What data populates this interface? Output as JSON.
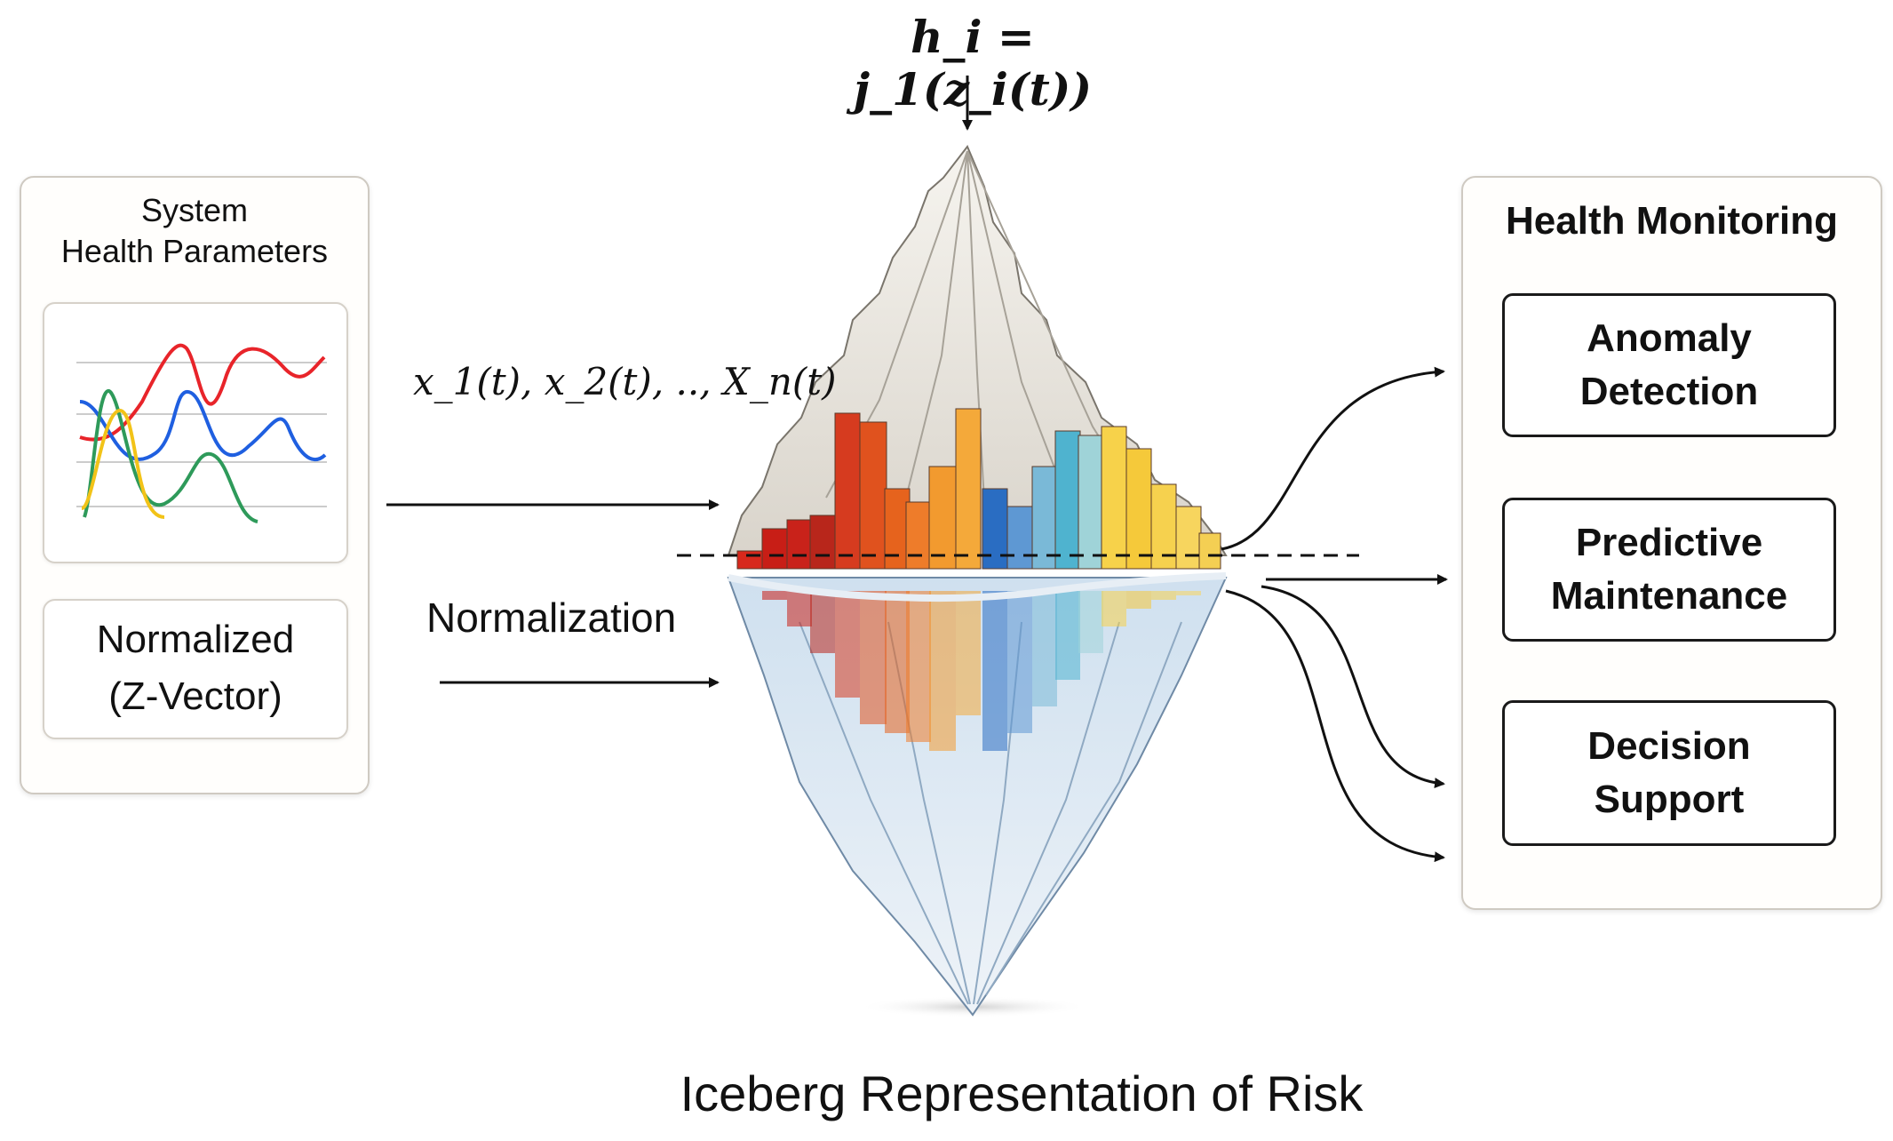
{
  "formula_top": "h_i = j_1(z_i(t))",
  "formula_inputs": "x_1(t), x_2(t), .., X_n(t)",
  "left_panel": {
    "title_line1": "System",
    "title_line2": "Health Parameters",
    "normalized_line1": "Normalized",
    "normalized_line2": "(Z-Vector)"
  },
  "normalization_label": "Normalization",
  "caption": "Iceberg Representation of Risk",
  "health_monitoring": {
    "title": "Health Monitoring",
    "boxes": [
      {
        "line1": "Anomaly",
        "line2": "Detection"
      },
      {
        "line1": "Predictive",
        "line2": "Maintenance"
      },
      {
        "line1": "Decision",
        "line2": "Support"
      }
    ]
  },
  "colors": {
    "series_red": "#e8242a",
    "series_blue": "#1f5fe0",
    "series_green": "#2e9a5a",
    "series_yellow": "#f2c318"
  }
}
